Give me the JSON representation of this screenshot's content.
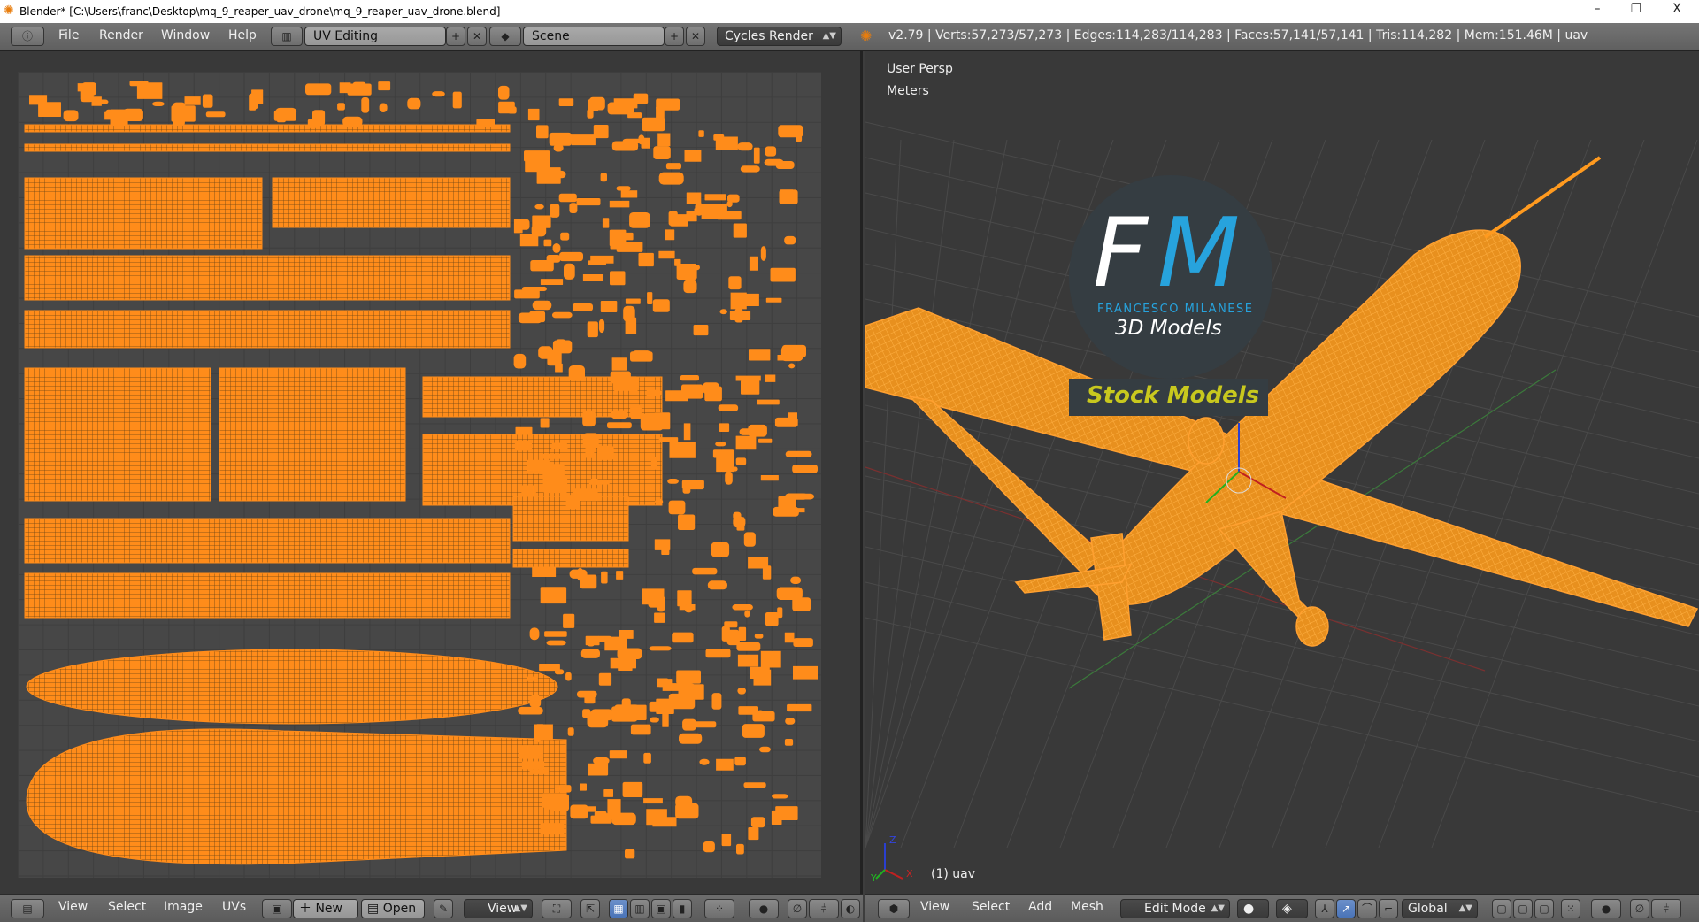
{
  "window": {
    "title": "Blender* [C:\\Users\\franc\\Desktop\\mq_9_reaper_uav_drone\\mq_9_reaper_uav_drone.blend]",
    "minimize": "–",
    "restore": "❐",
    "close": "X"
  },
  "topbar": {
    "menus": [
      "File",
      "Render",
      "Window",
      "Help"
    ],
    "layout": "UV Editing",
    "scene": "Scene",
    "engine": "Cycles Render",
    "stats": "v2.79 | Verts:57,273/57,273 | Edges:114,283/114,283 | Faces:57,141/57,141 | Tris:114,282 | Mem:151.46M | uav"
  },
  "uv_editor": {
    "menus": [
      "View",
      "Select",
      "Image",
      "UVs"
    ],
    "new_label": "New",
    "open_label": "Open",
    "view_mode": "View",
    "uv_color": "#ff8c1a"
  },
  "viewport": {
    "view_label": "User Persp",
    "units_label": "Meters",
    "object_label": "(1) uav",
    "axis": {
      "z": "Z",
      "x": "X",
      "y": "Y"
    },
    "logo": {
      "letters_f": "F",
      "letters_m": "M",
      "name": "FRANCESCO MILANESE",
      "sub": "3D Models",
      "banner": "Stock Models"
    },
    "menus": [
      "View",
      "Select",
      "Add",
      "Mesh"
    ],
    "mode": "Edit Mode",
    "orientation": "Global",
    "wire_color": "#ff9a1f"
  }
}
